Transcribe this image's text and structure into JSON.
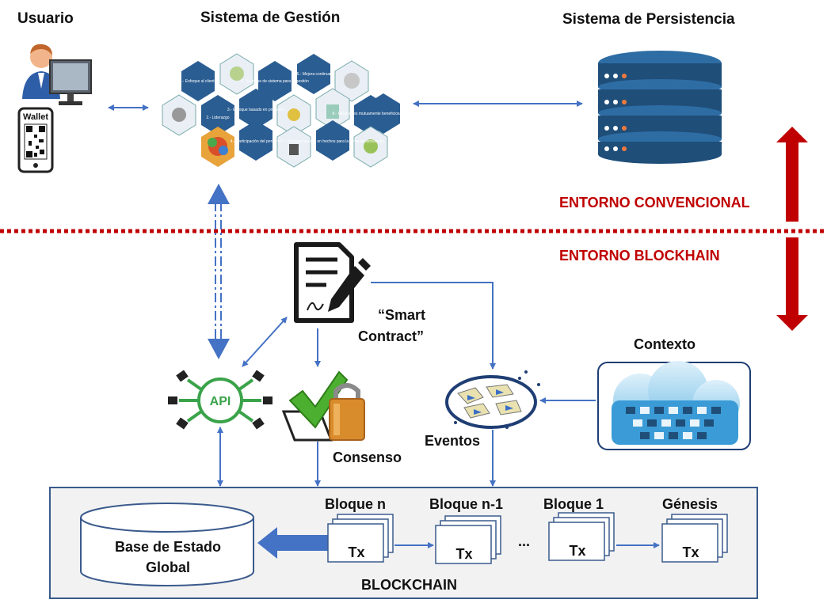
{
  "usuario": {
    "title": "Usuario",
    "wallet_label": "Wallet"
  },
  "gestion": {
    "title": "Sistema de Gestión",
    "hex_labels": [
      "1.- Enfoque al cliente",
      "2.- Liderazgo",
      "3.- Enfoque basado en procesos",
      "4.- Participación del personal",
      "5.- Enfoque de sistema para la gestión",
      "6.- Mejora continua",
      "7.- Enfoque basado en hechos para la toma de decisiones",
      "8.- Relaciones mutuamente beneficiosas con el proveedor"
    ]
  },
  "persistencia": {
    "title": "Sistema de Persistencia"
  },
  "entornos": {
    "convencional": "ENTORNO CONVENCIONAL",
    "blockchain": "ENTORNO BLOCKHAIN"
  },
  "smart_contract": {
    "line1": "“Smart",
    "line2": "Contract”"
  },
  "contexto": {
    "title": "Contexto"
  },
  "api": {
    "label": "API"
  },
  "consenso": {
    "label": "Consenso"
  },
  "eventos": {
    "label": "Eventos"
  },
  "blockchain": {
    "label": "BLOCKCHAIN",
    "state_db": {
      "line1": "Base de Estado",
      "line2": "Global"
    },
    "ellipsis": "...",
    "blocks": [
      {
        "title": "Bloque n",
        "content": "Tx"
      },
      {
        "title": "Bloque n-1",
        "content": "Tx"
      },
      {
        "title": "Bloque 1",
        "content": "Tx"
      },
      {
        "title": "Génesis",
        "content": "Tx"
      }
    ]
  },
  "colors": {
    "arrow": "#4472c4",
    "accent_red": "#c00000",
    "server": "#1f4e79",
    "api_green": "#3aa34a"
  }
}
